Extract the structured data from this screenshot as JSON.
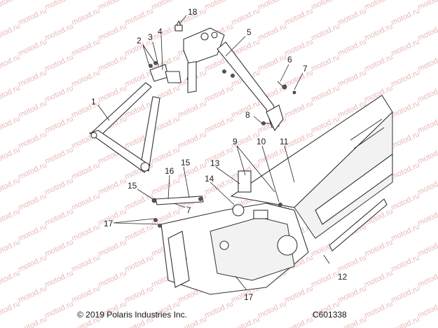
{
  "callouts": [
    {
      "id": "c1",
      "label": "1"
    },
    {
      "id": "c2",
      "label": "2"
    },
    {
      "id": "c3",
      "label": "3"
    },
    {
      "id": "c4",
      "label": "4"
    },
    {
      "id": "c5",
      "label": "5"
    },
    {
      "id": "c6",
      "label": "6"
    },
    {
      "id": "c7a",
      "label": "7"
    },
    {
      "id": "c7b",
      "label": "7"
    },
    {
      "id": "c8",
      "label": "8"
    },
    {
      "id": "c9",
      "label": "9"
    },
    {
      "id": "c10",
      "label": "10"
    },
    {
      "id": "c11",
      "label": "11"
    },
    {
      "id": "c12",
      "label": "12"
    },
    {
      "id": "c13",
      "label": "13"
    },
    {
      "id": "c14",
      "label": "14"
    },
    {
      "id": "c15a",
      "label": "15"
    },
    {
      "id": "c15b",
      "label": "15"
    },
    {
      "id": "c16",
      "label": "16"
    },
    {
      "id": "c17a",
      "label": "17"
    },
    {
      "id": "c17b",
      "label": "17"
    },
    {
      "id": "c18",
      "label": "18"
    }
  ],
  "footer": {
    "copyright": "© 2019 Polaris Industries Inc.",
    "figure_id": "C601338"
  },
  "watermark": "motod.ru"
}
